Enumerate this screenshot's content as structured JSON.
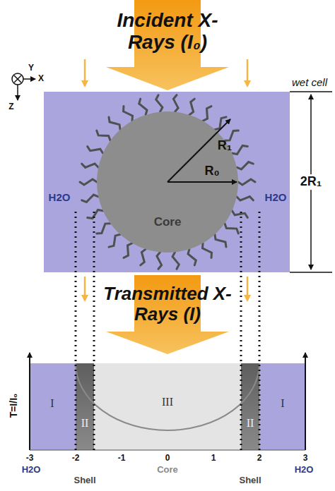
{
  "diagram": {
    "nodes": [
      {
        "text": [
          "wet cell",
          "H2O",
          "H2O"
        ]
      },
      {
        "text": [
          "Core"
        ],
        "in": 0
      }
    ],
    "labels": [
      "Incident X-Rays (I₀)",
      "Transmitted X-Rays (I)",
      "R₁",
      "R₀",
      "2R₁",
      "X",
      "Y",
      "Z",
      "T=I/I₀",
      "I",
      "II",
      "III",
      "II",
      "I",
      "-3",
      "-2",
      "-1",
      "0",
      "1",
      "2",
      "3",
      "H2O",
      "Core",
      "H2O",
      "Shell",
      "Shell"
    ]
  }
}
